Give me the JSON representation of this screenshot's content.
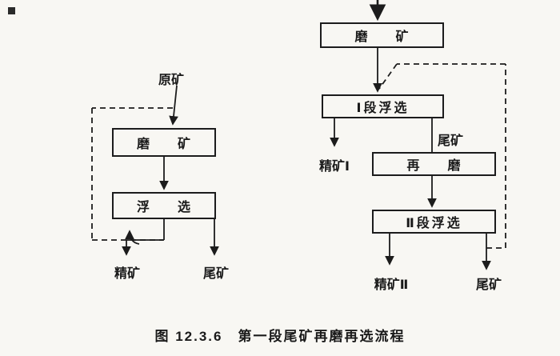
{
  "caption": "图 12.3.6　第一段尾矿再磨再选流程",
  "left_flow": {
    "feed_label": "原矿",
    "grinding_box": "磨　　矿",
    "flotation_box": "浮　　选",
    "concentrate_label": "精矿",
    "tailings_label": "尾矿"
  },
  "right_flow": {
    "grinding_box": "磨　　矿",
    "stage1_flotation_box": "Ⅰ段浮选",
    "stage1_tailings_label": "尾矿",
    "concentrate1_label": "精矿Ⅰ",
    "regrind_box": "再　　磨",
    "stage2_flotation_box": "Ⅱ段浮选",
    "concentrate2_label": "精矿Ⅱ",
    "final_tailings_label": "尾矿"
  },
  "colors": {
    "ink": "#1c1c1c",
    "paper": "#f8f7f3"
  }
}
